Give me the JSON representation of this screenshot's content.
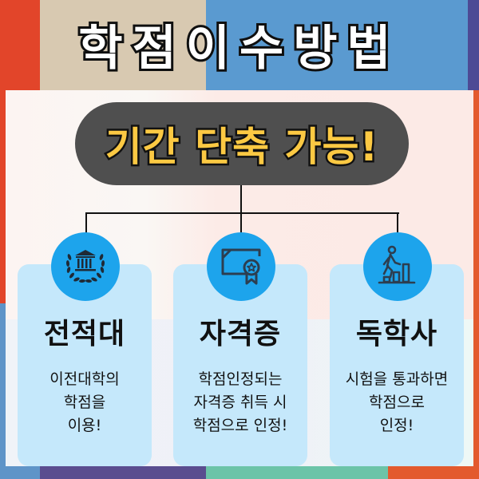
{
  "title": "학점이수방법",
  "subtitle": "기간 단축 가능!",
  "colors": {
    "pill_bg": "#4f4f4f",
    "pill_text": "#fcc943",
    "card_bg": "#c5e8fb",
    "icon_circle": "#1da4ec",
    "icon_stroke": "#2c3e50"
  },
  "cards": [
    {
      "icon": "university-laurel-icon",
      "title": "전적대",
      "desc": [
        "이전대학의",
        "학점을",
        "이용!"
      ]
    },
    {
      "icon": "certificate-award-icon",
      "title": "자격증",
      "desc": [
        "학점인정되는",
        "자격증 취득 시",
        "학점으로 인정!"
      ]
    },
    {
      "icon": "person-climbing-steps-icon",
      "title": "독학사",
      "desc": [
        "시험을 통과하면",
        "학점으로",
        "인정!"
      ]
    }
  ]
}
